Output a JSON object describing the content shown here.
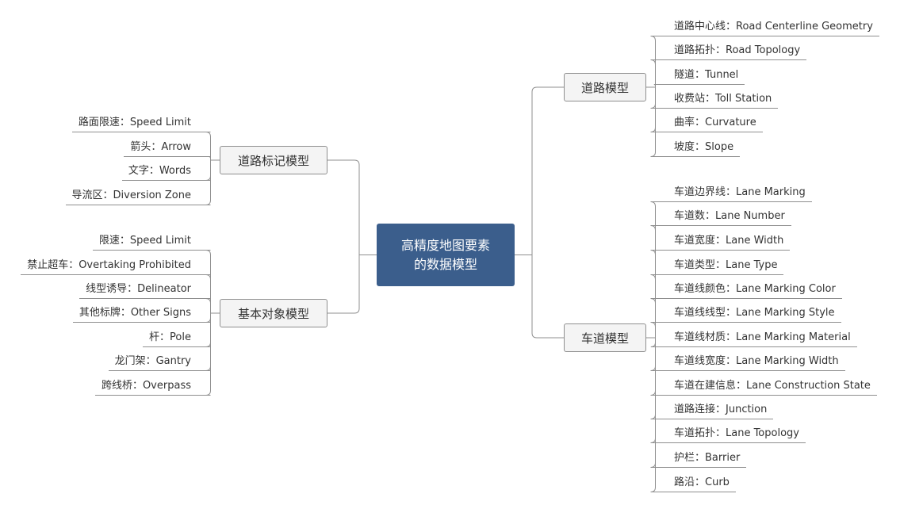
{
  "colors": {
    "root_fill": "#3b5e8c",
    "line": "#8f8f8f",
    "branch_fill": "#f4f4f4",
    "text": "#333333"
  },
  "root": {
    "label_line1": "高精度地图要素",
    "label_line2": "的数据模型"
  },
  "branches": {
    "road_model": {
      "label": "道路模型",
      "leaves": [
        "道路中心线：Road Centerline Geometry",
        "道路拓扑：Road Topology",
        "隧道：Tunnel",
        "收费站：Toll Station",
        "曲率：Curvature",
        "坡度：Slope"
      ]
    },
    "lane_model": {
      "label": "车道模型",
      "leaves": [
        "车道边界线：Lane Marking",
        "车道数：Lane Number",
        "车道宽度：Lane Width",
        "车道类型：Lane Type",
        "车道线颜色：Lane Marking Color",
        "车道线线型：Lane Marking Style",
        "车道线材质：Lane Marking Material",
        "车道线宽度：Lane Marking Width",
        "车道在建信息：Lane Construction State",
        "道路连接：Junction",
        "车道拓扑：Lane Topology",
        "护栏：Barrier",
        "路沿：Curb"
      ]
    },
    "road_marking_model": {
      "label": "道路标记模型",
      "leaves": [
        "路面限速：Speed Limit",
        "箭头：Arrow",
        "文字：Words",
        "导流区：Diversion Zone"
      ]
    },
    "basic_object_model": {
      "label": "基本对象模型",
      "leaves": [
        "限速：Speed Limit",
        "禁止超车：Overtaking Prohibited",
        "线型诱导：Delineator",
        "其他标牌：Other Signs",
        "杆：Pole",
        "龙门架：Gantry",
        "跨线桥：Overpass"
      ]
    }
  }
}
